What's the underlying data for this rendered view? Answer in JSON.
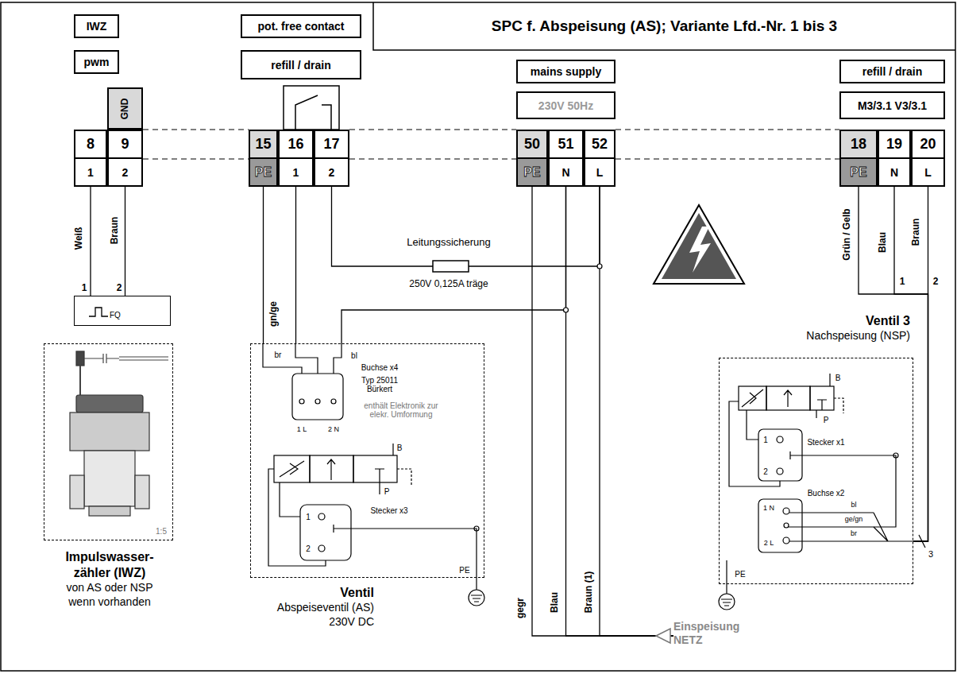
{
  "diagram": {
    "title": "SPC f. Abspeisung (AS); Variante Lfd.-Nr. 1 bis 3",
    "nodes": [
      {
        "text": [
          "IWZ"
        ]
      },
      {
        "text": [
          "pwm"
        ]
      },
      {
        "text": [
          "GND"
        ]
      },
      {
        "text": [
          "8",
          "1"
        ]
      },
      {
        "text": [
          "9",
          "2"
        ]
      },
      {
        "text": [
          "pot. free contact"
        ]
      },
      {
        "text": [
          "refill / drain"
        ]
      },
      {
        "text": [
          "15",
          "PE"
        ]
      },
      {
        "text": [
          "16",
          "1"
        ]
      },
      {
        "text": [
          "17",
          "2"
        ]
      },
      {
        "text": [
          "mains supply"
        ]
      },
      {
        "text": [
          "230V 50Hz"
        ]
      },
      {
        "text": [
          "50",
          "PE"
        ]
      },
      {
        "text": [
          "51",
          "N"
        ]
      },
      {
        "text": [
          "52",
          "L"
        ]
      },
      {
        "text": [
          "refill / drain"
        ]
      },
      {
        "text": [
          "M3/3.1 V3/3.1"
        ]
      },
      {
        "text": [
          "18",
          "PE"
        ]
      },
      {
        "text": [
          "19",
          "N"
        ]
      },
      {
        "text": [
          "20",
          "L"
        ]
      },
      {
        "text": [
          "FQ"
        ]
      },
      {
        "text": [
          "Impulswasser- zähler (IWZ)",
          "von AS oder NSP wenn vorhanden"
        ]
      },
      {
        "text": [
          "Ventil",
          "Abspeiseventil (AS) 230V DC"
        ]
      },
      {
        "text": [
          "Ventil 3",
          "Nachspeisung (NSP)"
        ]
      },
      {
        "text": [
          "Einspeisung NETZ"
        ]
      }
    ],
    "edges": [
      {
        "from": 3,
        "to": 20,
        "arrow": "none",
        "label": "Weiß"
      },
      {
        "from": 4,
        "to": 20,
        "arrow": "none",
        "label": "Braun"
      },
      {
        "from": 7,
        "to": 22,
        "arrow": "none",
        "label": "gn/ge"
      },
      {
        "from": 8,
        "to": 22,
        "arrow": "none"
      },
      {
        "from": 9,
        "to": 14,
        "arrow": "none",
        "label": "Leitungssicherung"
      },
      {
        "from": 13,
        "to": 22,
        "arrow": "none"
      },
      {
        "from": 12,
        "to": 24,
        "arrow": "none",
        "label": "gegr"
      },
      {
        "from": 13,
        "to": 24,
        "arrow": "none",
        "label": "Blau"
      },
      {
        "from": 14,
        "to": 24,
        "arrow": "none",
        "label": "Braun (1)"
      },
      {
        "from": 17,
        "to": 23,
        "arrow": "none",
        "label": "Grün / Gelb"
      },
      {
        "from": 18,
        "to": 23,
        "arrow": "none",
        "label": "Blau"
      },
      {
        "from": 19,
        "to": 23,
        "arrow": "none",
        "label": "Braun"
      }
    ],
    "labels": [
      "1",
      "2",
      "1:5",
      "br",
      "bl",
      "Buchse x4",
      "Typ 25011 Bürkert",
      "enthält Elektronik zur elekr. Umformung",
      "1 L",
      "2 N",
      "B",
      "P",
      "Stecker x3",
      "1",
      "2",
      "PE",
      "250V 0,125A träge",
      "B",
      "P",
      "Stecker x1",
      "1",
      "2",
      "Buchse x2",
      "1 N",
      "2 L",
      "bl",
      "ge/gn",
      "br",
      "1",
      "2",
      "3",
      "PE"
    ]
  }
}
